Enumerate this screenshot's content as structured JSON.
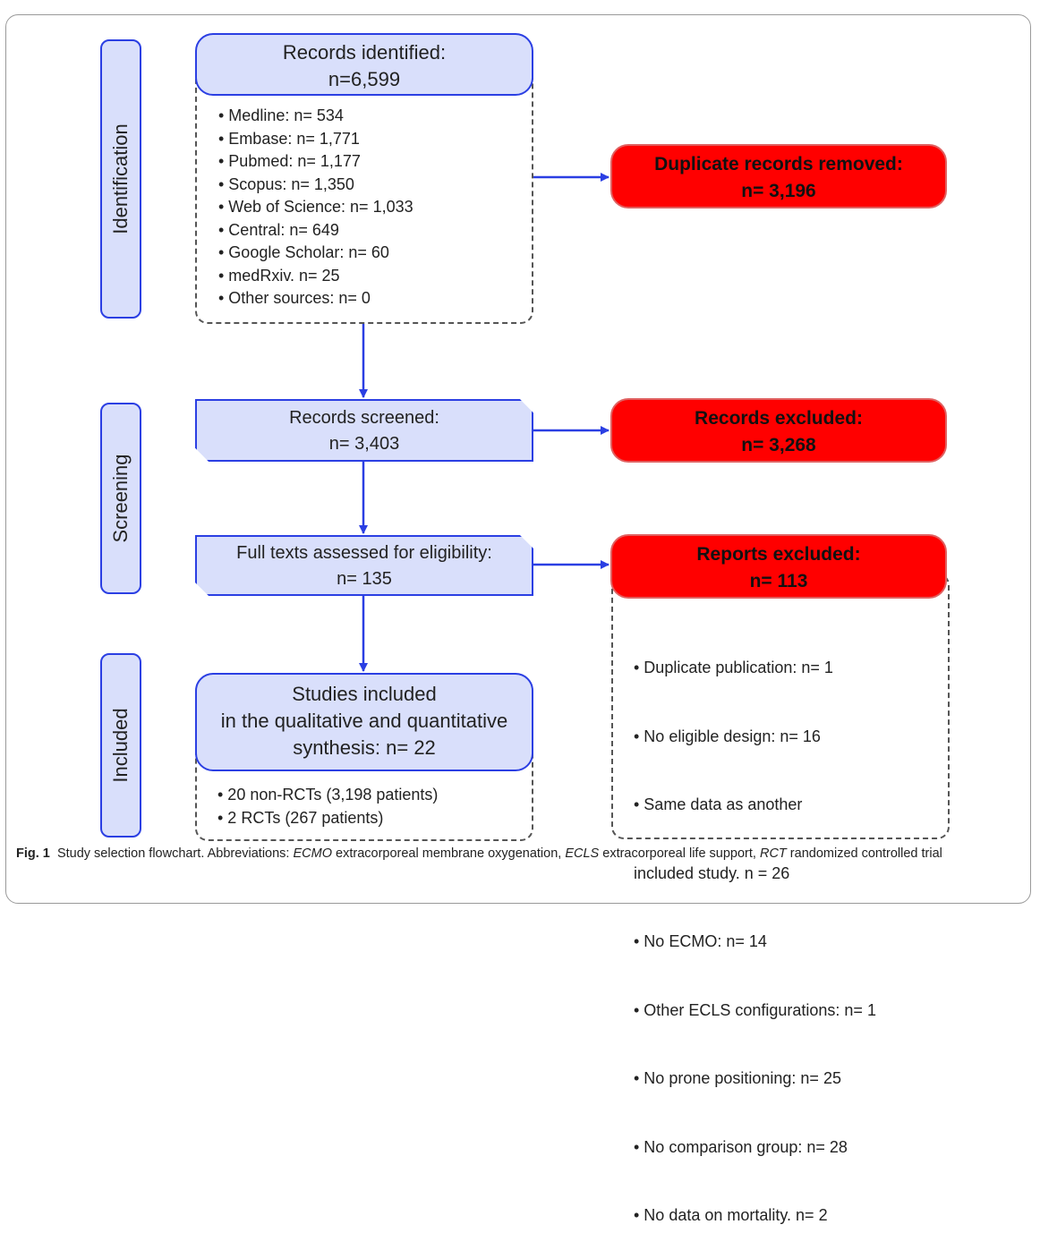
{
  "stages": {
    "identification": "Identification",
    "screening": "Screening",
    "included": "Included"
  },
  "records_identified": {
    "line1": "Records identified:",
    "line2": "n=6,599"
  },
  "sources": [
    "• Medline: n= 534",
    "• Embase: n= 1,771",
    "• Pubmed: n= 1,177",
    "• Scopus: n= 1,350",
    "• Web of Science: n= 1,033",
    "• Central: n= 649",
    "• Google Scholar: n= 60",
    "• medRxiv. n= 25",
    "• Other sources: n= 0"
  ],
  "duplicates_removed": {
    "line1": "Duplicate records removed:",
    "line2": "n= 3,196"
  },
  "records_screened": {
    "line1": "Records screened:",
    "line2": "n= 3,403"
  },
  "records_excluded": {
    "line1": "Records excluded:",
    "line2": "n= 3,268"
  },
  "full_texts": {
    "line1": "Full texts assessed for eligibility:",
    "line2": "n= 135"
  },
  "reports_excluded": {
    "line1": "Reports excluded:",
    "line2": "n= 113"
  },
  "exclusion_reasons": [
    "• Duplicate publication: n= 1",
    "• No eligible design: n= 16",
    "• Same data as another",
    "  included study. n = 26",
    "• No ECMO: n= 14",
    "• Other ECLS configurations: n= 1",
    "• No prone positioning: n= 25",
    "• No comparison group: n= 28",
    "• No data on mortality. n= 2"
  ],
  "studies_included": {
    "line1": "Studies included",
    "line2": "in the qualitative and quantitative",
    "line3": "synthesis: n= 22"
  },
  "included_breakdown": [
    "• 20 non-RCTs (3,198 patients)",
    "• 2 RCTs (267 patients)"
  ],
  "caption": {
    "label": "Fig. 1",
    "title": "Study selection flowchart. Abbreviations: ",
    "abbr1": "ECMO",
    "def1": " extracorporeal membrane oxygenation, ",
    "abbr2": "ECLS",
    "def2": " extracorporeal life support, ",
    "abbr3": "RCT",
    "def3": " randomized controlled trial"
  },
  "colors": {
    "box_fill": "#d9dffb",
    "box_border": "#2b3fe3",
    "exclusion_fill": "#ff0000",
    "arrow": "#2b3fe3"
  }
}
